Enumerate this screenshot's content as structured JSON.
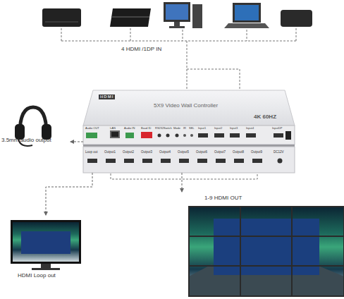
{
  "diagram": {
    "nodes": [
      {
        "text": [
          "3.5mm audio output"
        ]
      },
      {
        "text": [
          "HDMI",
          "5X9 Video Wall Controller",
          "4K 60HZ",
          "Audio OUT",
          "LAN",
          "Audio IN",
          "Baud ID",
          "RS232",
          "Switch",
          "Mode",
          "IR",
          "SEL",
          "Input1",
          "Input2",
          "Input3",
          "Input4",
          "InputDP"
        ]
      },
      {
        "text": [
          "Loop out",
          "Output1",
          "Output2",
          "Output3",
          "Output4",
          "Output5",
          "Output6",
          "Output7",
          "Output8",
          "Output9",
          "DC12V"
        ]
      },
      {
        "text": [
          "HDMI Loop out"
        ]
      },
      {
        "text": [
          "1-9 HDMI OUT"
        ]
      }
    ],
    "edges": [
      {
        "from": 1,
        "to": 0,
        "arrow": "to"
      },
      {
        "from": 2,
        "to": 3,
        "arrow": "to"
      },
      {
        "from": 2,
        "to": 4,
        "arrow": "to"
      }
    ],
    "labels": [
      "4 HDMI /1DP IN"
    ]
  }
}
